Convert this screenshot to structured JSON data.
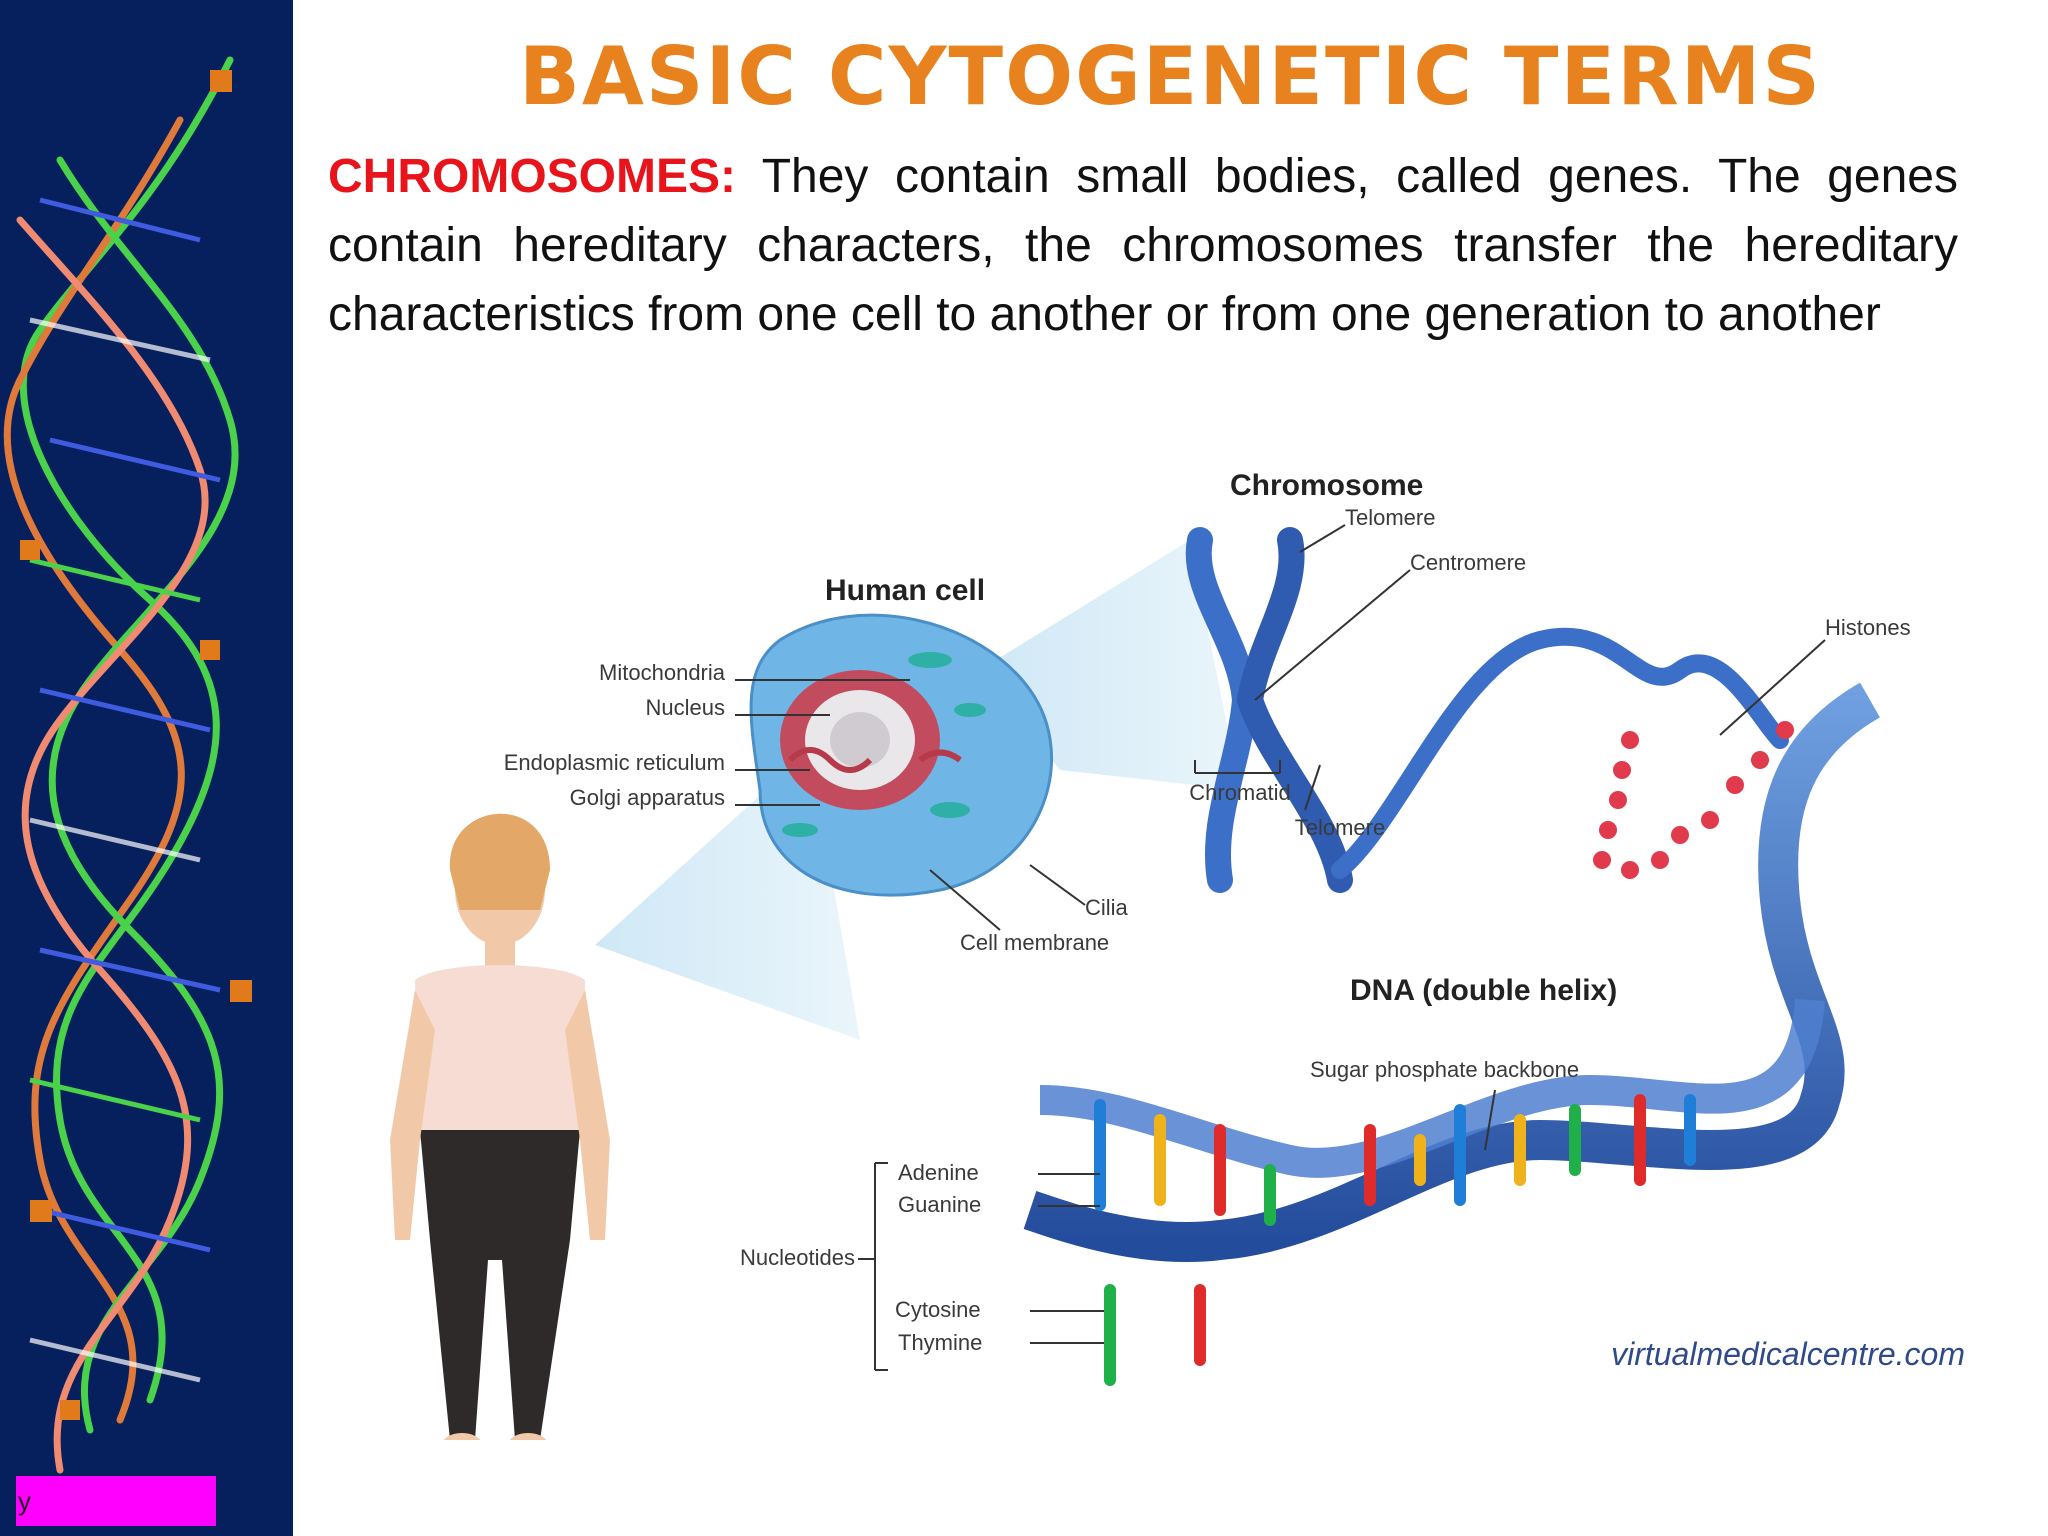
{
  "slide": {
    "title": "BASIC CYTOGENETIC TERMS",
    "term": "CHROMOSOMES:",
    "definition": "They contain small bodies, called genes. The genes contain hereditary characters, the chromosomes transfer the hereditary characteristics from one cell to another or from one generation to another",
    "footer_text": "y"
  },
  "figure": {
    "chromosome_title": "Chromosome",
    "telomere_top": "Telomere",
    "centromere": "Centromere",
    "human_cell_title": "Human cell",
    "histones": "Histones",
    "mitochondria": "Mitochondria",
    "nucleus": "Nucleus",
    "endoplasmic_reticulum": "Endoplasmic reticulum",
    "golgi": "Golgi apparatus",
    "chromatid": "Chromatid",
    "telomere_bottom": "Telomere",
    "cilia": "Cilia",
    "cell_membrane": "Cell membrane",
    "dna_title": "DNA (double helix)",
    "backbone": "Sugar phosphate backbone",
    "adenine": "Adenine",
    "guanine": "Guanine",
    "nucleotides": "Nucleotides",
    "cytosine": "Cytosine",
    "thymine": "Thymine",
    "watermark": "virtualmedicalcentre.com"
  }
}
